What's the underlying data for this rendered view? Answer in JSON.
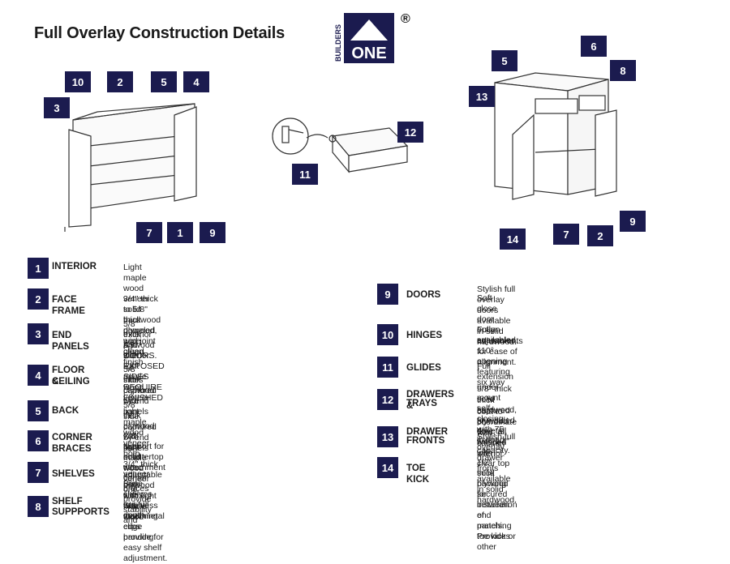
{
  "title": "Full Overlay Construction Details",
  "logo": {
    "vertical_word": "BUILDERS",
    "word": "ONE",
    "mark": "®"
  },
  "colors": {
    "accent": "#1b1b4f",
    "line": "#333333"
  },
  "callouts": {
    "wall": [
      "10",
      "2",
      "5",
      "4",
      "3",
      "7",
      "1",
      "9"
    ],
    "drawer": [
      "12",
      "11"
    ],
    "base": [
      "6",
      "5",
      "8",
      "13",
      "9",
      "14",
      "7",
      "2"
    ]
  },
  "left_items": [
    {
      "num": "1",
      "label": "INTERIOR",
      "desc": [
        "Light maple wood veneer to 5/8\" thick plywood, wipe clean finish"
      ]
    },
    {
      "num": "2",
      "label": "FACE FRAME",
      "desc": [
        "3/4\" thick solid hardwood doweled and joint glued"
      ]
    },
    {
      "num": "3",
      "label": "END PANELS",
      "desc": [
        "5/8\" thick plywood with light maple wood veneer",
        "exterior and interior. EXPOSED SIDES REQUIRE FINISHED",
        "AS DOORS."
      ]
    },
    {
      "num": "4",
      "label": [
        "FLOOR &",
        "CEILING"
      ],
      "desc": [
        "5/8\" thick plywood with light maple wood veneer both",
        "sides captured by end panels"
      ]
    },
    {
      "num": "5",
      "label": "BACK",
      "desc": [
        "5/8\" thick plywood with light maple wood veneer one",
        "side captured by end panels"
      ]
    },
    {
      "num": "6",
      "label": [
        "CORNER",
        "BRACES"
      ],
      "desc": [
        "7/8\" thick solid wood corner braces provide stability and",
        "support for countertop attachment"
      ]
    },
    {
      "num": "7",
      "label": "SHELVES",
      "desc": [
        "3/4\" thick adjustable plywood with light maple wood",
        "veneer both sides with matching edge banding.",
        "Base shelves are full depth"
      ]
    },
    {
      "num": "8",
      "label": [
        "SHELF",
        "SUPPPORTS"
      ],
      "desc": [
        "Stainless steel metal clips provide for easy shelf adjustment."
      ]
    }
  ],
  "right_items": [
    {
      "num": "9",
      "label": "DOORS",
      "desc": [
        "Stylish full overlay doors available in solid hardwood.",
        "Soft close door option available."
      ]
    },
    {
      "num": "10",
      "label": "HINGES",
      "desc": [
        "Fully concealed, 110° opening featuring six way",
        "adjustments for ease of alignment."
      ]
    },
    {
      "num": "11",
      "label": "GLIDES",
      "desc": [
        "Full extension  under-mount self-closing with 75 lb. load capacity."
      ]
    },
    {
      "num": "12",
      "label": [
        "DRAWERS &",
        "TRAYS"
      ],
      "desc": [
        "5/8\" thick solid hardwood, four-sided dovetail with 1/4\"",
        "thick captured plywood floor, all finished with clear top",
        "coat to coordinate with cabinet interior."
      ]
    },
    {
      "num": "13",
      "label": [
        "DRAWER",
        "FRONTS"
      ],
      "desc": [
        "Stylish full overlay drawer fronts available in solid hardwood."
      ]
    },
    {
      "num": "14",
      "label": "TOE KICK",
      "desc": [
        "1/2\" thick plywood secured between end panels. Provides",
        "solid backing for installation of matching toe kick or other"
      ]
    }
  ]
}
